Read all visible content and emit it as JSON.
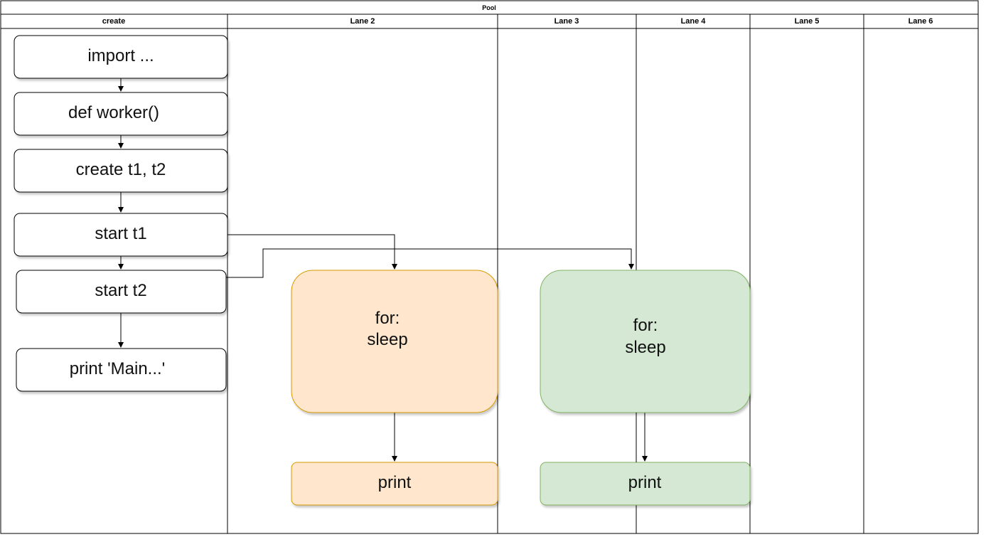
{
  "pool": {
    "title": "Pool"
  },
  "lanes": [
    {
      "id": "create",
      "label": "create"
    },
    {
      "id": "lane-2",
      "label": "Lane 2"
    },
    {
      "id": "lane-3",
      "label": "Lane 3"
    },
    {
      "id": "lane-4",
      "label": "Lane 4"
    },
    {
      "id": "lane-5",
      "label": "Lane 5"
    },
    {
      "id": "lane-6",
      "label": "Lane 6"
    }
  ],
  "nodes": {
    "import": {
      "label": "import ..."
    },
    "def_worker": {
      "label": "def worker()"
    },
    "create_threads": {
      "label": "create t1, t2"
    },
    "start_t1": {
      "label": "start t1"
    },
    "start_t2": {
      "label": "start t2"
    },
    "print_main": {
      "label": "print 'Main...'"
    },
    "loop_t1": {
      "line1": "for:",
      "line2": "sleep"
    },
    "print_t1": {
      "label": "print"
    },
    "loop_t2": {
      "line1": "for:",
      "line2": "sleep"
    },
    "print_t2": {
      "label": "print"
    }
  },
  "colors": {
    "orange_fill": "#ffe6cc",
    "orange_stroke": "#d79b00",
    "green_fill": "#d5e8d4",
    "green_stroke": "#82b366",
    "line": "#000000"
  }
}
